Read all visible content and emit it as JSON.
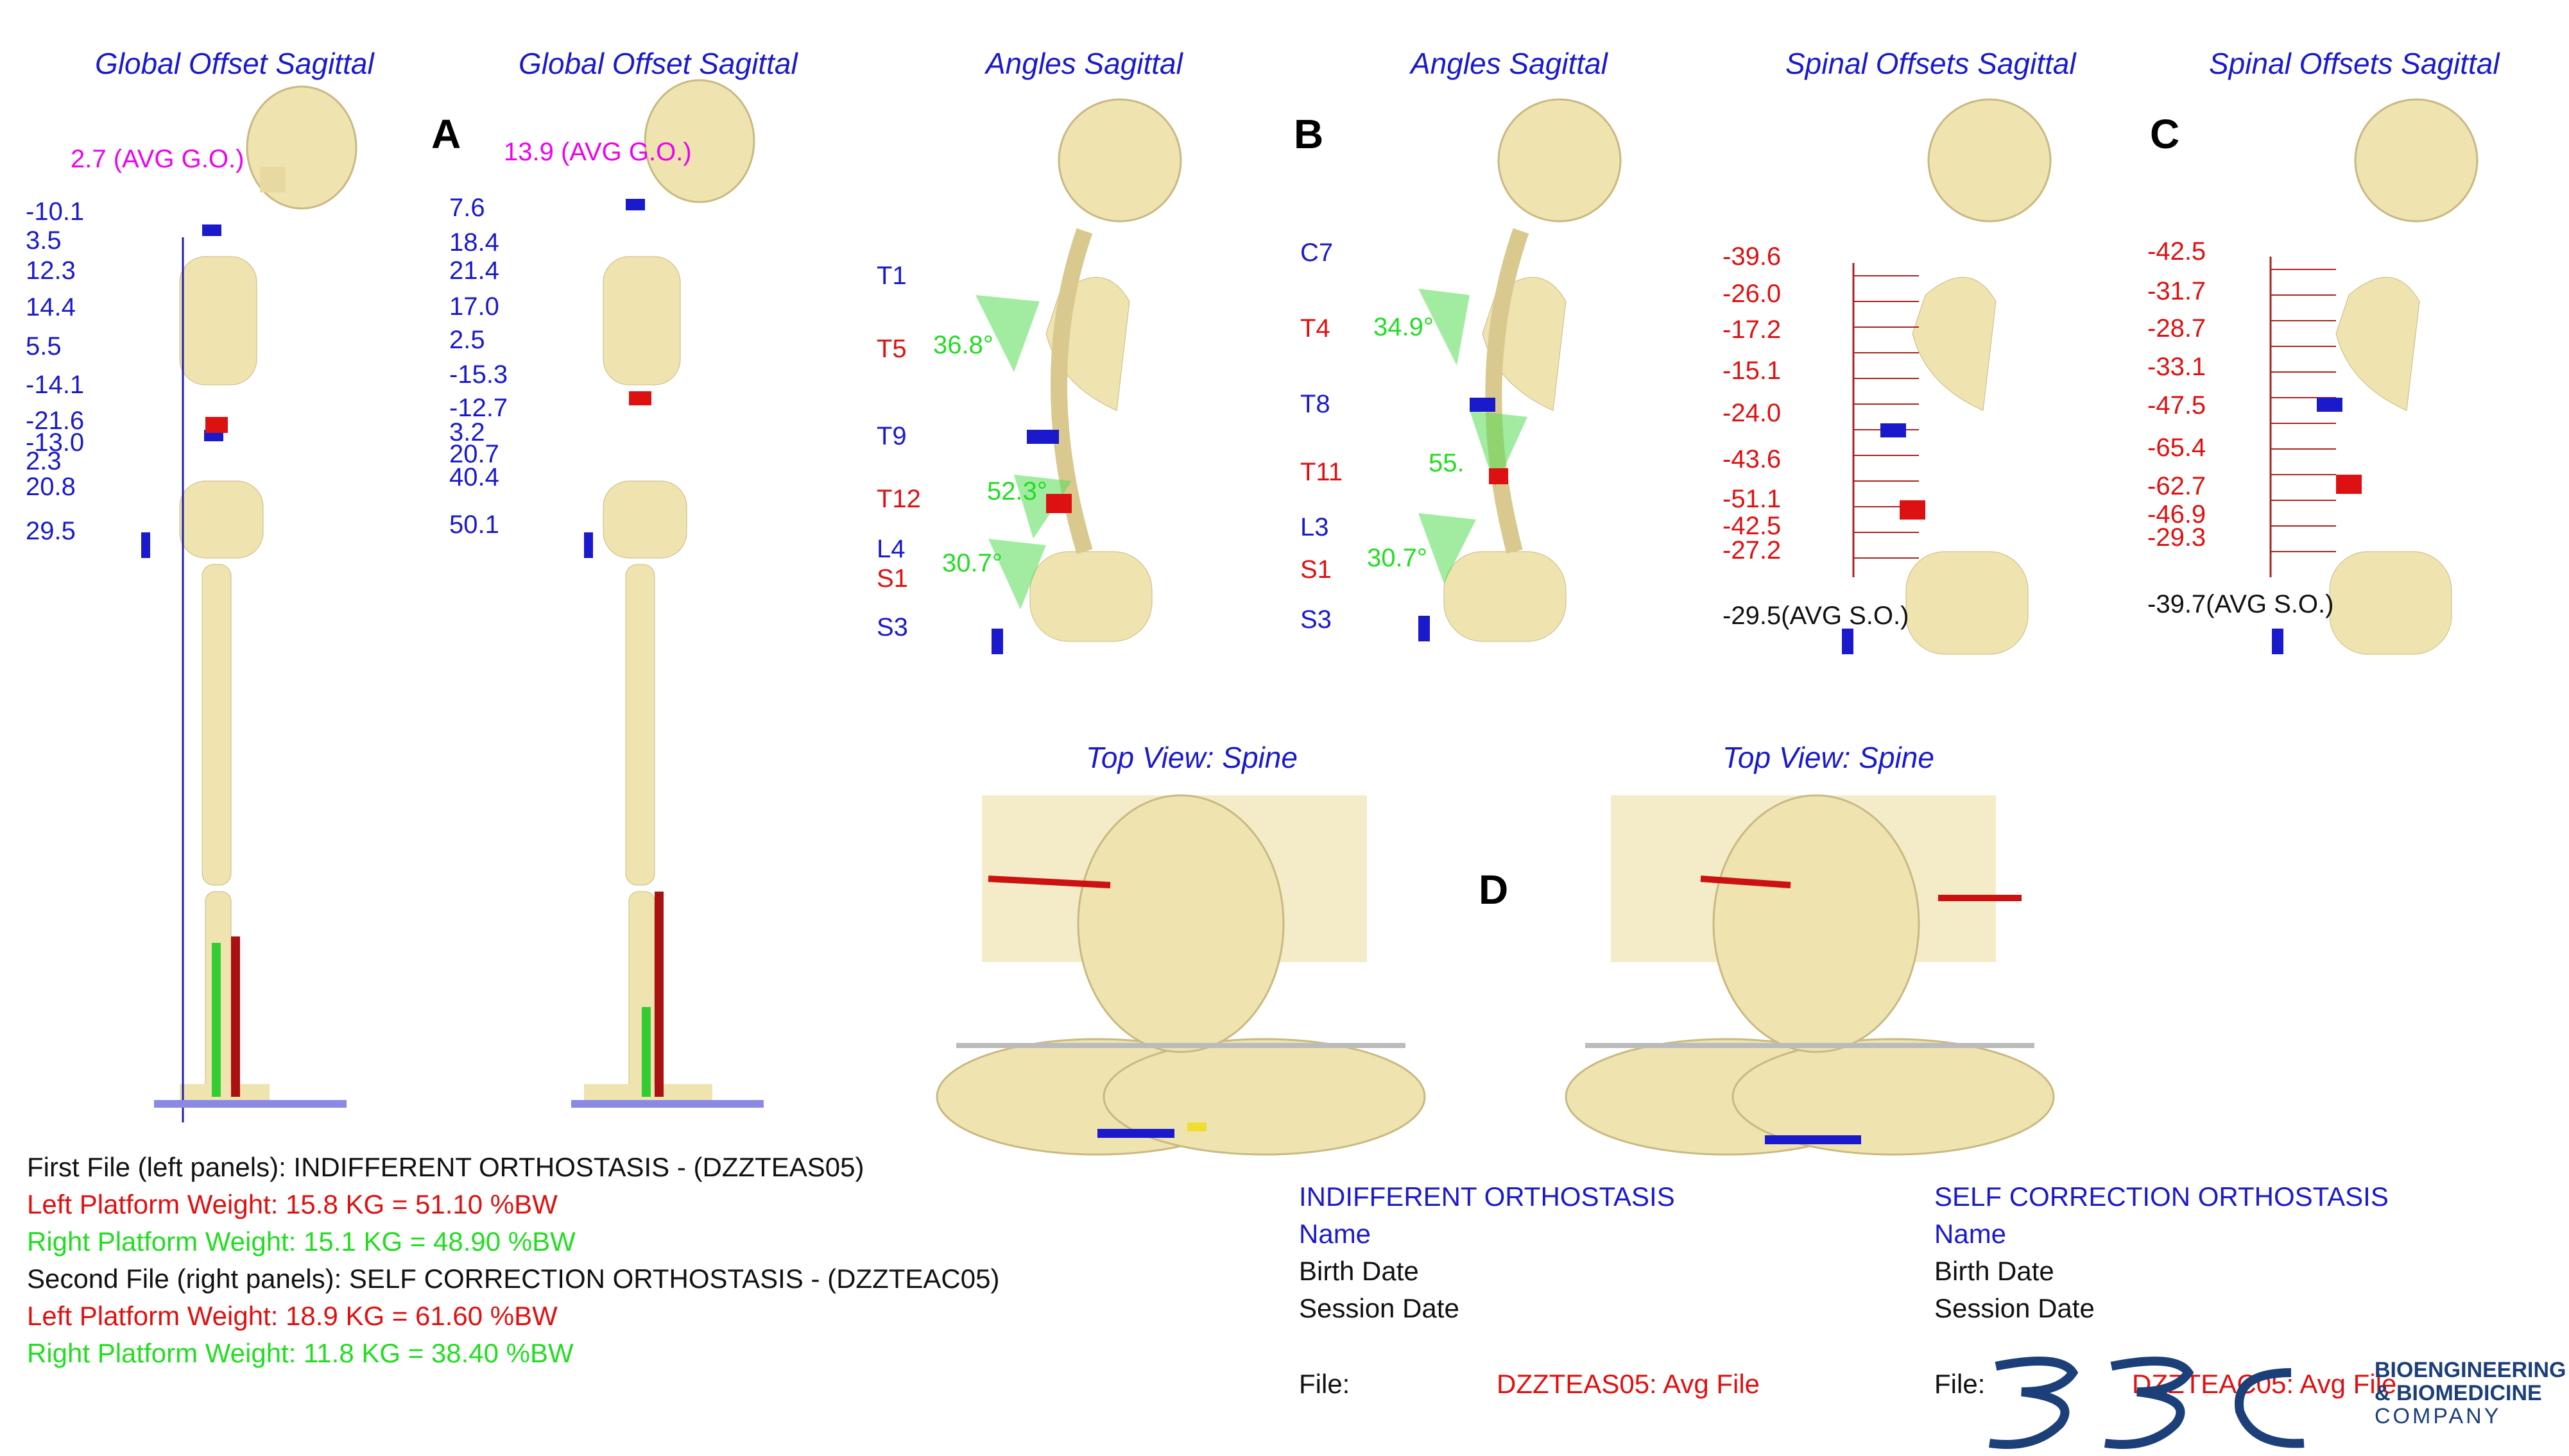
{
  "panels": {
    "global_offset": {
      "title": "Global Offset Sagittal",
      "left": {
        "avg": "2.7 (AVG G.O.)",
        "values": [
          "-10.1",
          "3.5",
          "12.3",
          "14.4",
          "5.5",
          "-14.1",
          "-21.6",
          "-13.0",
          "2.3",
          "20.8",
          "29.5"
        ]
      },
      "right": {
        "avg": "13.9 (AVG G.O.)",
        "values": [
          "7.6",
          "18.4",
          "21.4",
          "17.0",
          "2.5",
          "-15.3",
          "-12.7",
          "3.2",
          "20.7",
          "40.4",
          "50.1"
        ]
      }
    },
    "angles": {
      "title": "Angles Sagittal",
      "left": {
        "levels": [
          "T1",
          "T5",
          "T9",
          "T12",
          "L4",
          "S1",
          "S3"
        ],
        "angles": [
          "36.8°",
          "52.3°",
          "30.7°"
        ]
      },
      "right": {
        "levels": [
          "C7",
          "T4",
          "T8",
          "T11",
          "L3",
          "S1",
          "S3"
        ],
        "angles": [
          "34.9°",
          "55.",
          "30.7°"
        ]
      }
    },
    "spinal_offsets": {
      "title": "Spinal Offsets Sagittal",
      "left": {
        "values": [
          "-39.6",
          "-26.0",
          "-17.2",
          "-15.1",
          "-24.0",
          "-43.6",
          "-51.1",
          "-42.5",
          "-27.2"
        ],
        "avg": "-29.5(AVG S.O.)"
      },
      "right": {
        "values": [
          "-42.5",
          "-31.7",
          "-28.7",
          "-33.1",
          "-47.5",
          "-65.4",
          "-62.7",
          "-46.9",
          "-29.3"
        ],
        "avg": "-39.7(AVG S.O.)"
      }
    },
    "top_view": {
      "title": "Top View: Spine"
    }
  },
  "panel_labels": {
    "a": "A",
    "b": "B",
    "c": "C",
    "d": "D"
  },
  "files": {
    "first": "First File (left panels): INDIFFERENT ORTHOSTASIS - (DZZTEAS05)",
    "first_left": "Left Platform Weight: 15.8 KG = 51.10 %BW",
    "first_right": "Right Platform Weight: 15.1 KG = 48.90 %BW",
    "second": "Second File (right panels): SELF CORRECTION ORTHOSTASIS - (DZZTEAC05)",
    "second_left": "Left Platform Weight: 18.9 KG = 61.60 %BW",
    "second_right": "Right Platform Weight: 11.8 KG = 38.40 %BW"
  },
  "sessions": [
    {
      "title": "INDIFFERENT ORTHOSTASIS",
      "name": "Name",
      "birth": "Birth Date",
      "session": "Session Date",
      "file_label": "File:",
      "file_value": "DZZTEAS05: Avg File"
    },
    {
      "title": "SELF CORRECTION ORTHOSTASIS",
      "name": "Name",
      "birth": "Birth Date",
      "session": "Session Date",
      "file_label": "File:",
      "file_value": "DZZTEAC05: Avg File"
    }
  ],
  "logo": {
    "line1": "BIOENGINEERING",
    "line2": "& BIOMEDICINE",
    "line3": "COMPANY"
  },
  "colors": {
    "bone": "#efe3b0",
    "blue_text": "#1a1acc",
    "red_text": "#e01010",
    "green_text": "#22dd22",
    "magenta": "#ee00ee"
  }
}
